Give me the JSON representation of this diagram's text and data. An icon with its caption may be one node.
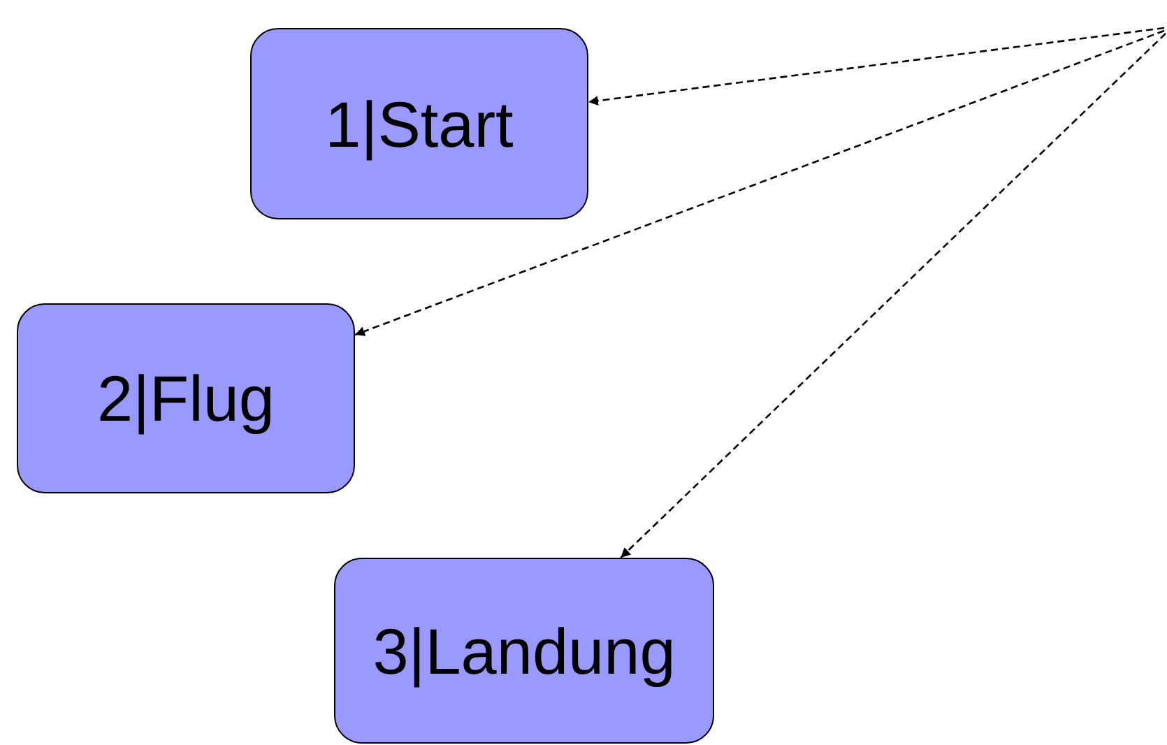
{
  "diagram": {
    "nodes": [
      {
        "text": [
          "1|Start"
        ]
      },
      {
        "text": [
          "2|Flug"
        ]
      },
      {
        "text": [
          "3|Landung"
        ]
      }
    ],
    "edges": [
      {
        "from": null,
        "to": 0,
        "arrow": "to",
        "style": "dashed"
      },
      {
        "from": null,
        "to": 1,
        "arrow": "to",
        "style": "dashed"
      },
      {
        "from": null,
        "to": 2,
        "arrow": "to",
        "style": "dashed"
      }
    ]
  }
}
